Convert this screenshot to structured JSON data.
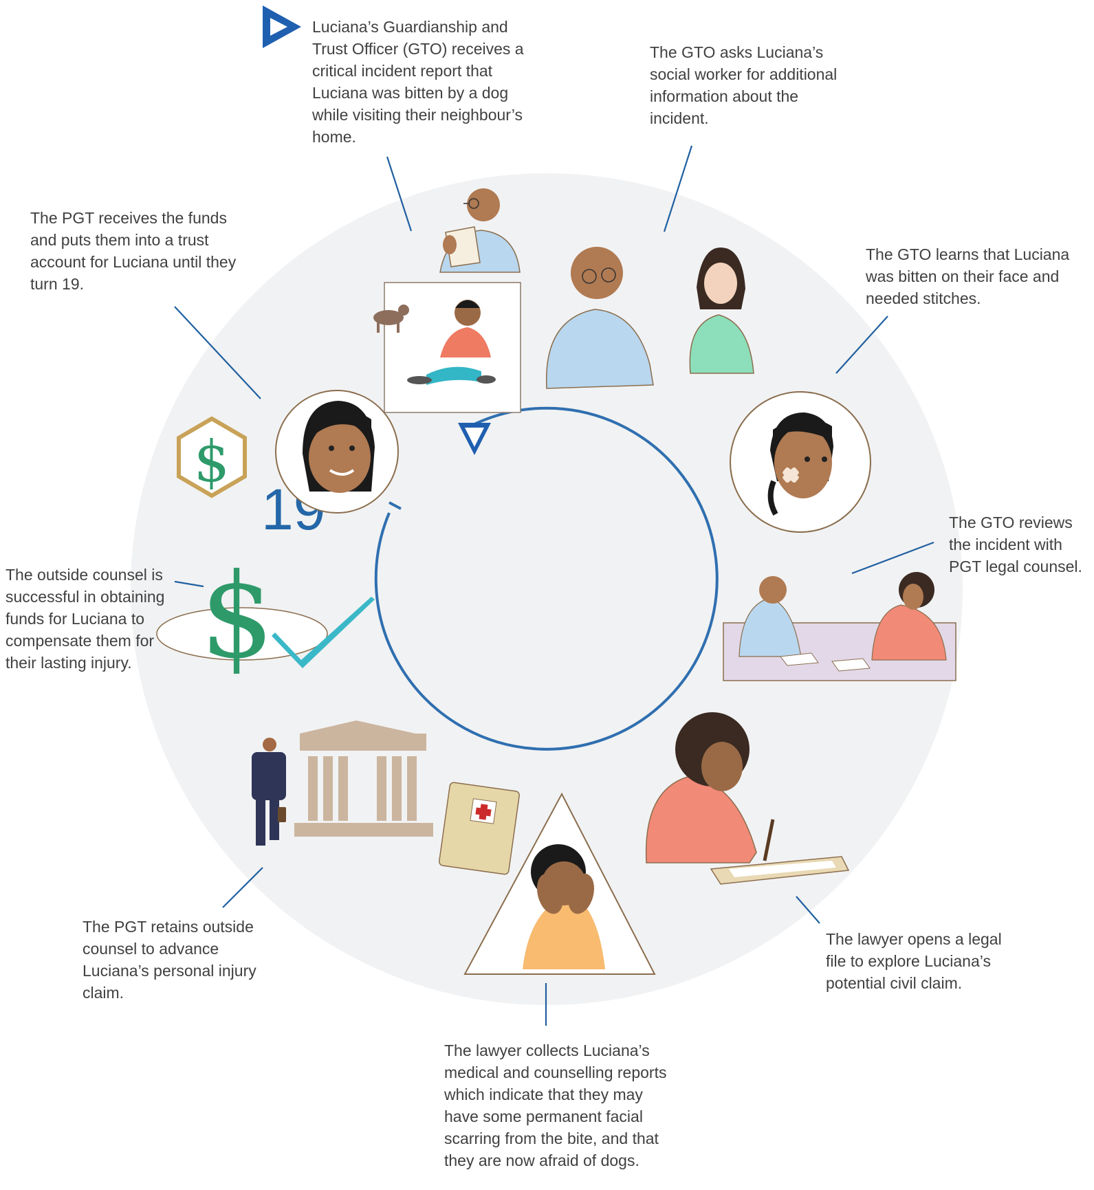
{
  "colors": {
    "background_disc": "#f1f2f3",
    "cycle_ring": "#2f6fb0",
    "leader_lines": "#1f5fa0",
    "start_marker": "#1f5fb0",
    "caption_text": "#404040",
    "money_green": "#2e9a6a",
    "check_teal": "#3bb8c8",
    "number_blue": "#2467a8"
  },
  "icons": {
    "start": "start-triangle-icon",
    "dollar": "dollar-icon",
    "check": "checkmark-icon",
    "medical": "medical-folder-icon",
    "courthouse": "courthouse-icon"
  },
  "age_number": "19",
  "steps": [
    {
      "id": "report",
      "text": "Luciana’s Guardianship and Trust Officer (GTO) receives a critical incident report that Luciana was bitten by a dog while visiting their neighbour’s home."
    },
    {
      "id": "ask_social_worker",
      "text": "The GTO asks Luciana’s social worker for additional information about the incident."
    },
    {
      "id": "learns_stitches",
      "text": "The GTO learns that Luciana was bitten on their face and needed stitches."
    },
    {
      "id": "review_counsel",
      "text": "The GTO reviews the incident with PGT legal counsel."
    },
    {
      "id": "open_file",
      "text": "The lawyer opens a legal file to explore Luciana’s potential civil claim."
    },
    {
      "id": "collect_reports",
      "text": "The lawyer collects Luciana’s medical and counselling reports which indicate that they may have some permanent facial scarring from the bite, and that they are now afraid of dogs."
    },
    {
      "id": "retain_counsel",
      "text": "The PGT retains outside counsel to advance Luciana’s personal injury claim."
    },
    {
      "id": "obtain_funds",
      "text": "The outside counsel is successful in obtaining funds for Luciana to compensate them for their lasting injury."
    },
    {
      "id": "trust_account",
      "text": "The PGT receives the funds and puts them into a trust account for Luciana until they turn 19."
    }
  ]
}
